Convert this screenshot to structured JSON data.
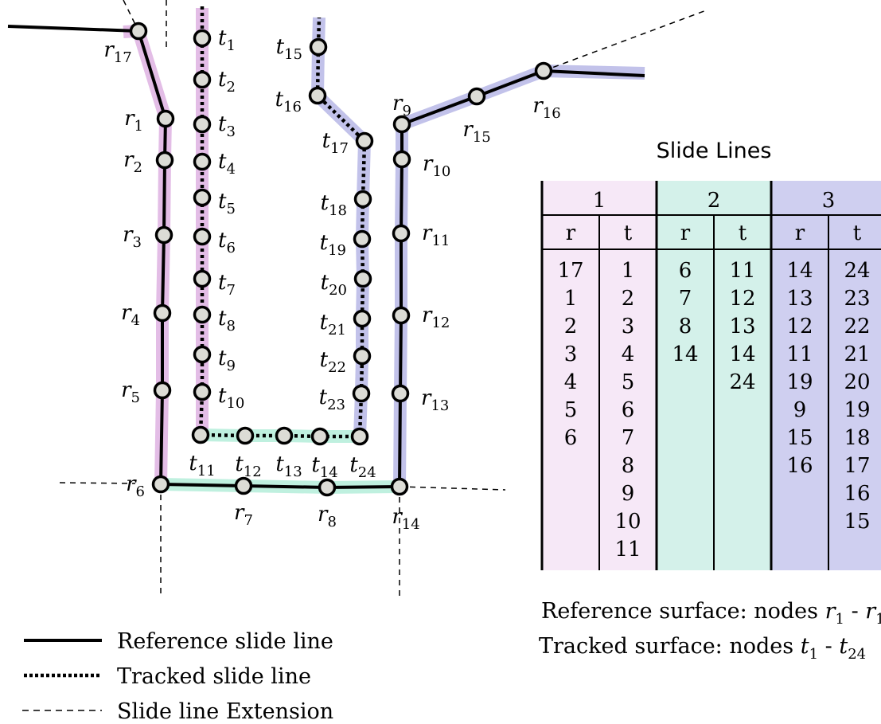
{
  "colors": {
    "line": "#000000",
    "node_fill": "#dcdcd6",
    "slide1": "#e3bde6",
    "slide2": "#bff0df",
    "slide3": "#c2c2ea",
    "table1": "#f6e8f7",
    "table2": "#d4f1ea",
    "table3": "#cfcff0"
  },
  "ref_nodes": [
    {
      "id": "r1",
      "base": "r",
      "sub": "1"
    },
    {
      "id": "r2",
      "base": "r",
      "sub": "2"
    },
    {
      "id": "r3",
      "base": "r",
      "sub": "3"
    },
    {
      "id": "r4",
      "base": "r",
      "sub": "4"
    },
    {
      "id": "r5",
      "base": "r",
      "sub": "5"
    },
    {
      "id": "r6",
      "base": "r",
      "sub": "6"
    },
    {
      "id": "r7",
      "base": "r",
      "sub": "7"
    },
    {
      "id": "r8",
      "base": "r",
      "sub": "8"
    },
    {
      "id": "r9",
      "base": "r",
      "sub": "9"
    },
    {
      "id": "r10",
      "base": "r",
      "sub": "10"
    },
    {
      "id": "r11",
      "base": "r",
      "sub": "11"
    },
    {
      "id": "r12",
      "base": "r",
      "sub": "12"
    },
    {
      "id": "r13",
      "base": "r",
      "sub": "13"
    },
    {
      "id": "r14",
      "base": "r",
      "sub": "14"
    },
    {
      "id": "r15",
      "base": "r",
      "sub": "15"
    },
    {
      "id": "r16",
      "base": "r",
      "sub": "16"
    },
    {
      "id": "r17",
      "base": "r",
      "sub": "17"
    }
  ],
  "tracked_nodes": [
    {
      "id": "t1",
      "base": "t",
      "sub": "1"
    },
    {
      "id": "t2",
      "base": "t",
      "sub": "2"
    },
    {
      "id": "t3",
      "base": "t",
      "sub": "3"
    },
    {
      "id": "t4",
      "base": "t",
      "sub": "4"
    },
    {
      "id": "t5",
      "base": "t",
      "sub": "5"
    },
    {
      "id": "t6",
      "base": "t",
      "sub": "6"
    },
    {
      "id": "t7",
      "base": "t",
      "sub": "7"
    },
    {
      "id": "t8",
      "base": "t",
      "sub": "8"
    },
    {
      "id": "t9",
      "base": "t",
      "sub": "9"
    },
    {
      "id": "t10",
      "base": "t",
      "sub": "10"
    },
    {
      "id": "t11",
      "base": "t",
      "sub": "11"
    },
    {
      "id": "t12",
      "base": "t",
      "sub": "12"
    },
    {
      "id": "t13",
      "base": "t",
      "sub": "13"
    },
    {
      "id": "t14",
      "base": "t",
      "sub": "14"
    },
    {
      "id": "t15",
      "base": "t",
      "sub": "15"
    },
    {
      "id": "t16",
      "base": "t",
      "sub": "16"
    },
    {
      "id": "t17",
      "base": "t",
      "sub": "17"
    },
    {
      "id": "t18",
      "base": "t",
      "sub": "18"
    },
    {
      "id": "t19",
      "base": "t",
      "sub": "19"
    },
    {
      "id": "t20",
      "base": "t",
      "sub": "20"
    },
    {
      "id": "t21",
      "base": "t",
      "sub": "21"
    },
    {
      "id": "t22",
      "base": "t",
      "sub": "22"
    },
    {
      "id": "t23",
      "base": "t",
      "sub": "23"
    },
    {
      "id": "t24",
      "base": "t",
      "sub": "24"
    }
  ],
  "table": {
    "title": "Slide Lines",
    "columns": [
      {
        "group": "1",
        "r_header": "r",
        "t_header": "t",
        "r": [
          "17",
          "1",
          "2",
          "3",
          "4",
          "5",
          "6"
        ],
        "t": [
          "1",
          "2",
          "3",
          "4",
          "5",
          "6",
          "7",
          "8",
          "9",
          "10",
          "11"
        ]
      },
      {
        "group": "2",
        "r_header": "r",
        "t_header": "t",
        "r": [
          "6",
          "7",
          "8",
          "14"
        ],
        "t": [
          "11",
          "12",
          "13",
          "14",
          "24"
        ]
      },
      {
        "group": "3",
        "r_header": "r",
        "t_header": "t",
        "r": [
          "14",
          "13",
          "12",
          "11",
          "19",
          "9",
          "15",
          "16"
        ],
        "t": [
          "24",
          "23",
          "22",
          "21",
          "20",
          "19",
          "18",
          "17",
          "16",
          "15"
        ]
      }
    ]
  },
  "surface_notes": [
    {
      "prefix": "Reference surface: nodes ",
      "a_base": "r",
      "a_sub": "1",
      "sep": " - ",
      "b_base": "r",
      "b_sub": "1"
    },
    {
      "prefix": "Tracked surface: nodes ",
      "a_base": "t",
      "a_sub": "1",
      "sep": " - ",
      "b_base": "t",
      "b_sub": "24"
    }
  ],
  "legend": [
    {
      "style": "solid",
      "label": "Reference slide line"
    },
    {
      "style": "dotted",
      "label": "Tracked slide line"
    },
    {
      "style": "dashed",
      "label": "Slide line Extension"
    }
  ]
}
